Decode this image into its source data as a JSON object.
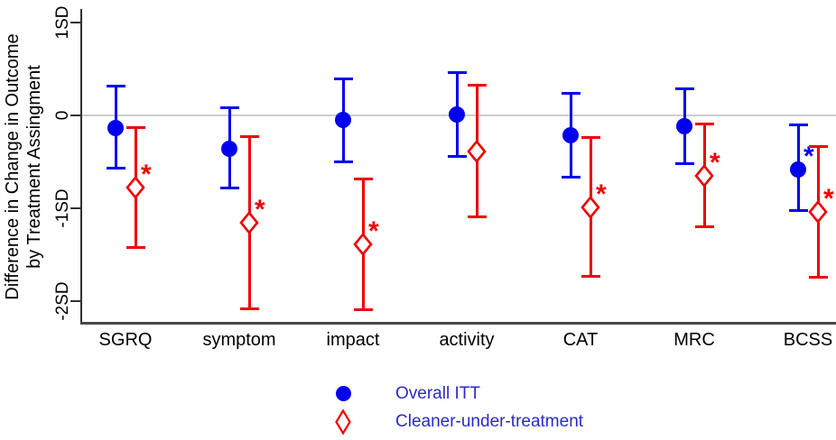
{
  "chart_data": {
    "type": "errorbar",
    "title": "",
    "ylabel_lines": [
      "Difference in Change in Outcome",
      "by Treatment Assingment"
    ],
    "xlabel": "",
    "ylim": [
      -2.25,
      1.15
    ],
    "grid": "horizontal line at 0 only",
    "legend_position": "bottom-center",
    "ytick_labels": [
      "1SD",
      "0",
      "-1SD",
      "-2SD"
    ],
    "ytick_values": [
      1,
      0,
      -1,
      -2
    ],
    "zero_line_value": 0,
    "zero_line_color": "#cdcdcd",
    "categories": [
      "SGRQ",
      "symptom",
      "impact",
      "activity",
      "CAT",
      "MRC",
      "BCSS"
    ],
    "significance_symbol": "*",
    "series": [
      {
        "name": "Overall ITT",
        "marker": "filled-circle",
        "color": "#0000ee",
        "points": [
          {
            "category": "SGRQ",
            "est": -0.14,
            "lo": -0.57,
            "hi": 0.32,
            "sig": false
          },
          {
            "category": "symptom",
            "est": -0.36,
            "lo": -0.79,
            "hi": 0.09,
            "sig": false
          },
          {
            "category": "impact",
            "est": -0.05,
            "lo": -0.5,
            "hi": 0.4,
            "sig": false
          },
          {
            "category": "activity",
            "est": 0.01,
            "lo": -0.45,
            "hi": 0.47,
            "sig": false
          },
          {
            "category": "CAT",
            "est": -0.21,
            "lo": -0.67,
            "hi": 0.24,
            "sig": false
          },
          {
            "category": "MRC",
            "est": -0.12,
            "lo": -0.52,
            "hi": 0.29,
            "sig": false
          },
          {
            "category": "BCSS",
            "est": -0.58,
            "lo": -1.03,
            "hi": -0.1,
            "sig": true
          }
        ]
      },
      {
        "name": "Cleaner-under-treatment",
        "marker": "open-diamond",
        "color": "#ee0000",
        "points": [
          {
            "category": "SGRQ",
            "est": -0.78,
            "lo": -1.43,
            "hi": -0.13,
            "sig": true
          },
          {
            "category": "symptom",
            "est": -1.16,
            "lo": -2.09,
            "hi": -0.22,
            "sig": true
          },
          {
            "category": "impact",
            "est": -1.39,
            "lo": -2.1,
            "hi": -0.68,
            "sig": true
          },
          {
            "category": "activity",
            "est": -0.39,
            "lo": -1.1,
            "hi": 0.33,
            "sig": false
          },
          {
            "category": "CAT",
            "est": -0.99,
            "lo": -1.74,
            "hi": -0.23,
            "sig": true
          },
          {
            "category": "MRC",
            "est": -0.65,
            "lo": -1.2,
            "hi": -0.09,
            "sig": true
          },
          {
            "category": "BCSS",
            "est": -1.04,
            "lo": -1.75,
            "hi": -0.33,
            "sig": true
          }
        ]
      }
    ],
    "legend": [
      {
        "label": "Overall ITT",
        "marker": "filled-circle",
        "color": "#0000ee"
      },
      {
        "label": "Cleaner-under-treatment",
        "marker": "open-diamond",
        "color": "#ee0000"
      }
    ],
    "legend_text_color": "#2a2acc"
  }
}
